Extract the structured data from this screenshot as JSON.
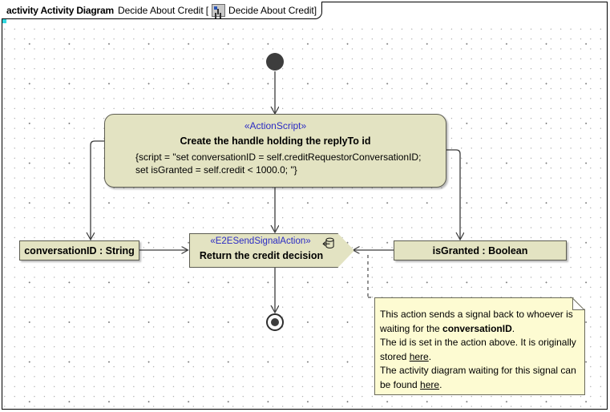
{
  "header": {
    "keyword": "activity Activity Diagram",
    "name": "Decide About Credit",
    "bracket_open": "[",
    "icon": "activity-diagram-icon",
    "qualified_name": "Decide About Credit",
    "bracket_close": "]"
  },
  "colors": {
    "node_fill": "#e3e3c2",
    "node_border": "#5d5d52",
    "note_fill": "#fdfbd2",
    "stereotype": "#2b2bc4",
    "tab_accent": "#34d8e0",
    "edge": "#3a3a3a"
  },
  "nodes": {
    "initial": {
      "name": "initial-node"
    },
    "action_script": {
      "stereotype": "«ActionScript»",
      "name": "Create the handle holding the replyTo id",
      "body_line1": "{script = \"set conversationID = self.creditRequestorConversationID;",
      "body_line2": "set isGranted = self.credit < 1000.0; \"}"
    },
    "object_conversation_id": {
      "label": "conversationID : String"
    },
    "object_is_granted": {
      "label": "isGranted : Boolean"
    },
    "send_signal": {
      "stereotype": "«E2ESendSignalAction»",
      "name": "Return the credit decision",
      "icon": "send-signal-icon"
    },
    "final": {
      "name": "activity-final-node"
    }
  },
  "note": {
    "line1_a": "This action sends a signal back to whoever is",
    "line2_a": "waiting for the ",
    "line2_bold": "conversationID",
    "line2_b": ".",
    "line3_a": "The id is set in the action above. It is originally",
    "line4_a": "stored ",
    "link1": "here",
    "line4_b": ".",
    "line5_a": "The activity diagram waiting for this signal can",
    "line6_a": "be found ",
    "link2": "here",
    "line6_b": "."
  }
}
